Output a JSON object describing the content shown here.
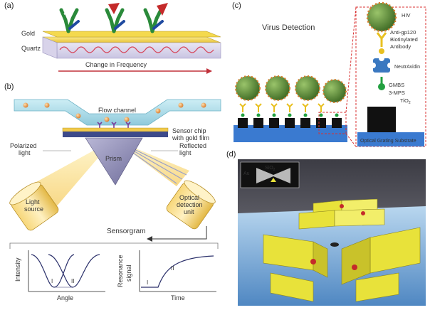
{
  "panels": {
    "a": {
      "label": "(a)",
      "gold": "Gold",
      "quartz": "Quartz",
      "change": "Change in Frequency"
    },
    "b": {
      "label": "(b)",
      "flow": "Flow channel",
      "sensor1": "Sensor chip",
      "sensor2": "with gold film",
      "polarized1": "Polarized",
      "polarized2": "light",
      "reflected1": "Reflected",
      "reflected2": "light",
      "prism": "Prism",
      "source1": "Light",
      "source2": "source",
      "detect1": "Optical",
      "detect2": "detection",
      "detect3": "unit",
      "sensorgram": "Sensorgram",
      "intensity": "Intensity",
      "angle": "Angle",
      "res1": "Resonance",
      "res2": "signal",
      "time": "Time",
      "i": "I",
      "ii": "II"
    },
    "c": {
      "label": "(c)",
      "virus": "Virus Detection",
      "hiv": "HIV",
      "anti1": "Anti-gp120",
      "anti2": "Biotinylated",
      "anti3": "Antibody",
      "neutr": "NeutrAvidin",
      "gmbs": "GMBS",
      "mps": "3-MPS",
      "tio2": "TiO",
      "tio2_sub": "2",
      "substrate": "Optical Grating Substrate"
    },
    "d": {
      "label": "(d)",
      "au": "Au",
      "sio2": "SiO",
      "sio2_sub": "2"
    }
  },
  "colors": {
    "gold": "#f2d65a",
    "channel": "#a9dbe8",
    "virus": "#5a8a3a",
    "antibody": "#e8c020",
    "neutravidin": "#3a78c0",
    "gmbs": "#22a040",
    "substrate": "#3a7ad0",
    "sky": "#ffffff",
    "yellowblock": "#e8e23a"
  }
}
